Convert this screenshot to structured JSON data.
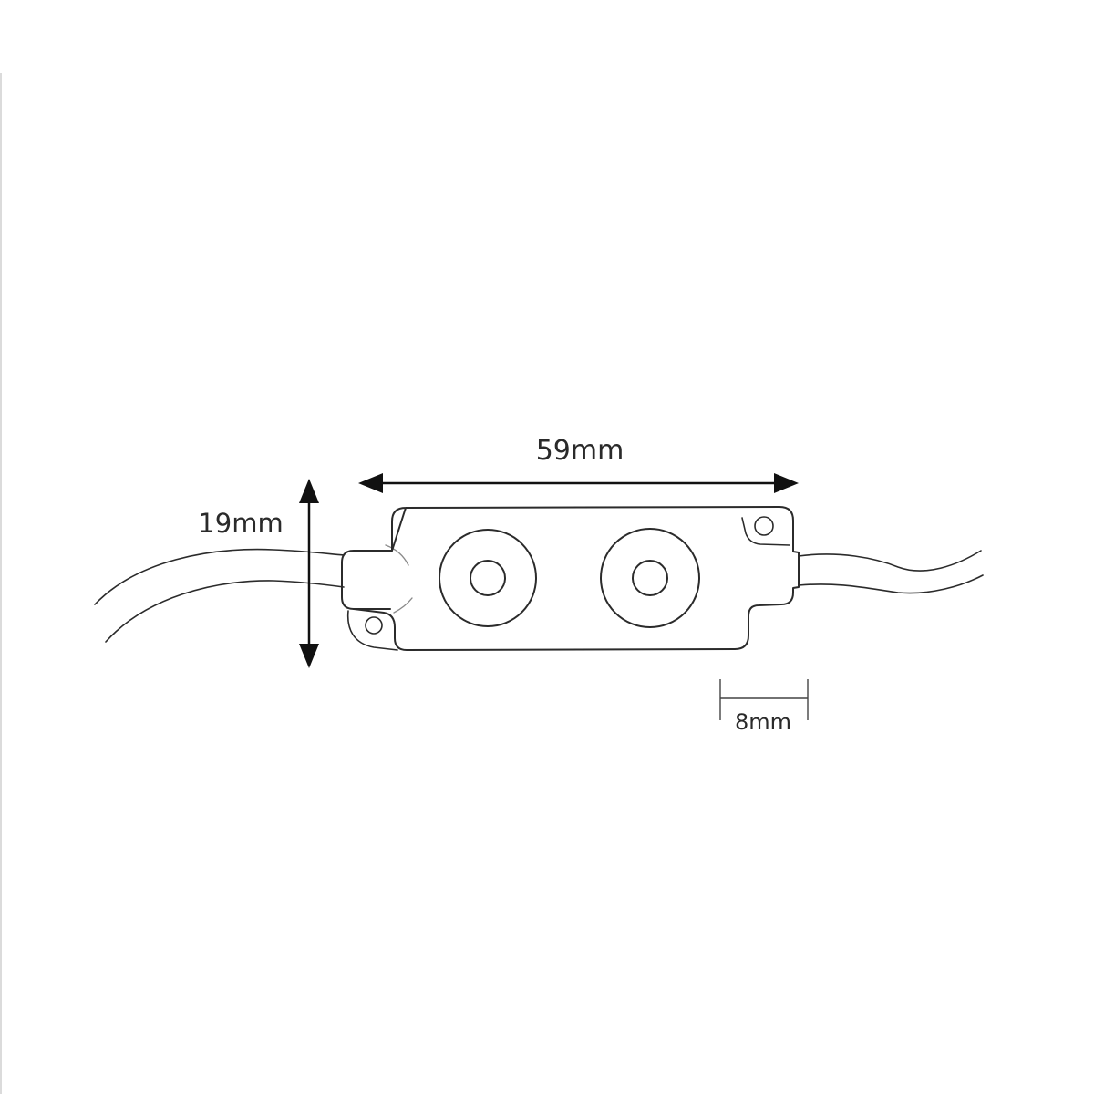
{
  "dimensions": {
    "length_label": "59mm",
    "height_label": "19mm",
    "depth_label": "8mm"
  },
  "components": {
    "led_count": 2,
    "mounting_holes": 2,
    "cables": 2
  },
  "colors": {
    "line": "#2b2b2b",
    "arrow": "#111111",
    "background": "#ffffff"
  }
}
